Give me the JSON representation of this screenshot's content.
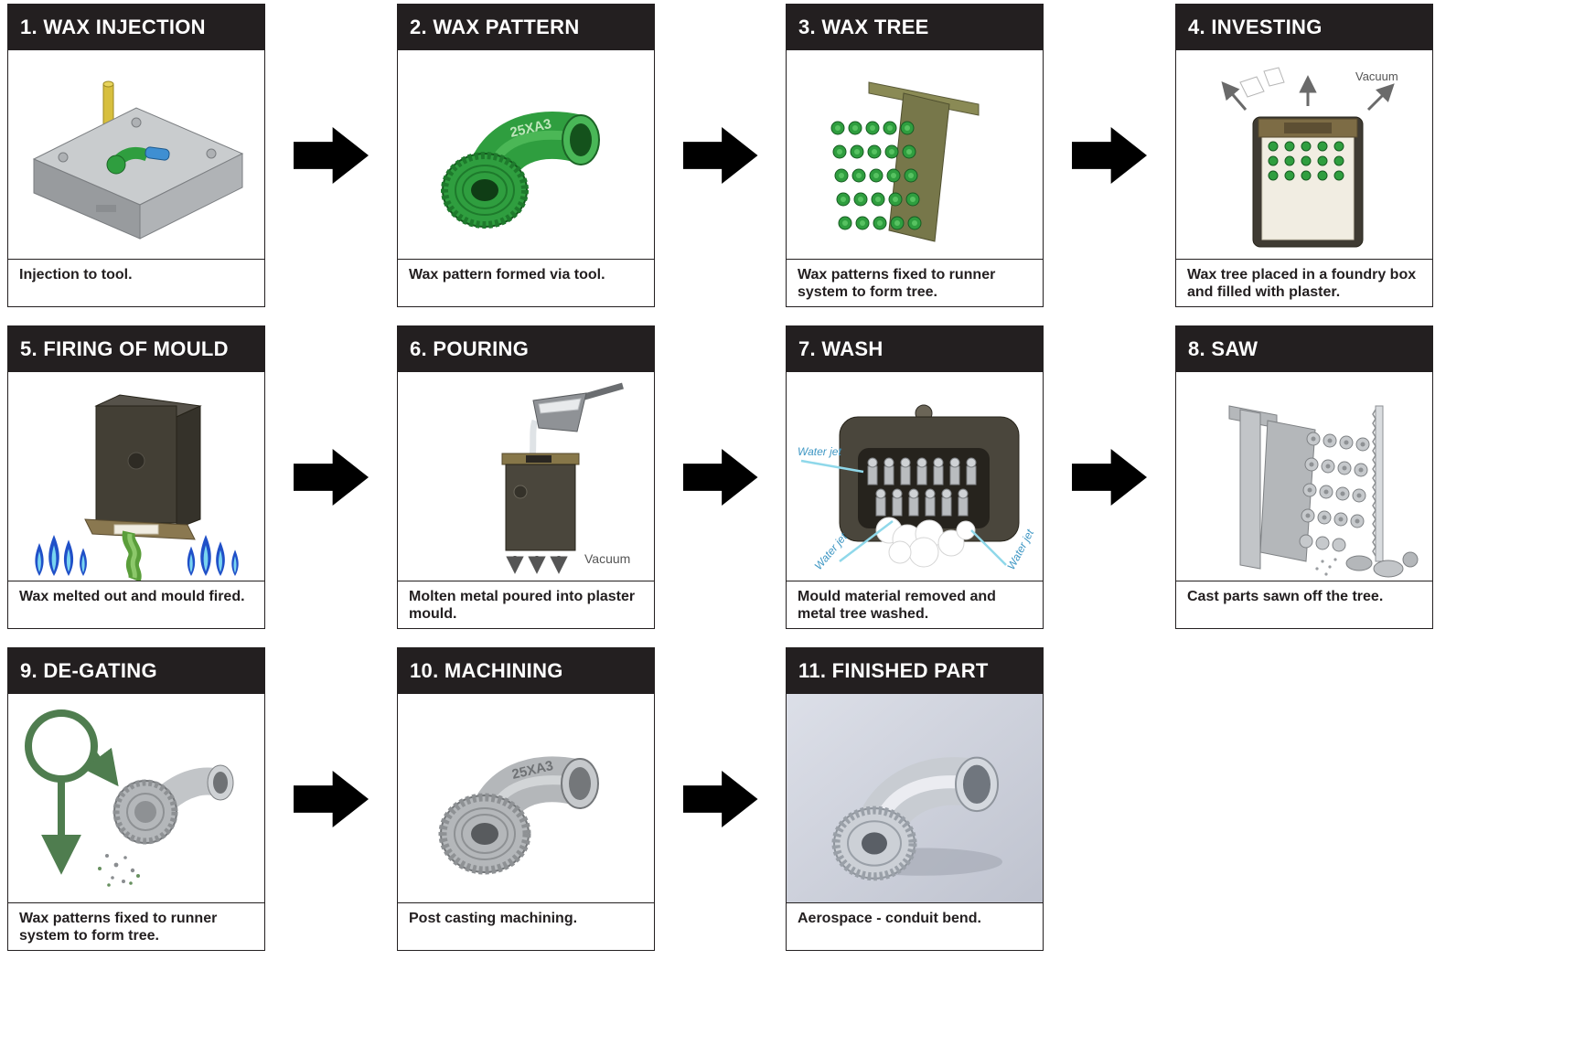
{
  "diagram": {
    "steps": [
      {
        "title": "1. WAX INJECTION",
        "caption": "Injection to tool."
      },
      {
        "title": "2. WAX PATTERN",
        "caption": "Wax pattern formed via tool."
      },
      {
        "title": "3. WAX TREE",
        "caption": "Wax patterns fixed to runner system to form tree."
      },
      {
        "title": "4. INVESTING",
        "caption": "Wax tree placed in a foundry box and filled with plaster."
      },
      {
        "title": "5. FIRING OF MOULD",
        "caption": "Wax melted out and mould fired."
      },
      {
        "title": "6. POURING",
        "caption": "Molten metal poured into plaster mould."
      },
      {
        "title": "7. WASH",
        "caption": "Mould material removed and metal tree washed."
      },
      {
        "title": "8. SAW",
        "caption": "Cast parts sawn off the tree."
      },
      {
        "title": "9. DE-GATING",
        "caption": "Wax patterns fixed to runner system to form tree."
      },
      {
        "title": "10. MACHINING",
        "caption": "Post casting machining."
      },
      {
        "title": "11. FINISHED PART",
        "caption": "Aerospace - conduit bend."
      }
    ],
    "labels": {
      "vacuum": "Vacuum",
      "water_jet": "Water jet",
      "part_code": "25XA3"
    },
    "colors": {
      "header_bg": "#231f20",
      "header_text": "#ffffff",
      "arrow": "#000000",
      "wax_green": "#2f9e3f",
      "mould_olive": "#77774a",
      "metal_gray": "#b4b7ba",
      "flame_blue": "#2050c8",
      "water_blue": "#3f97c4",
      "plaster": "#f1ede2"
    }
  }
}
